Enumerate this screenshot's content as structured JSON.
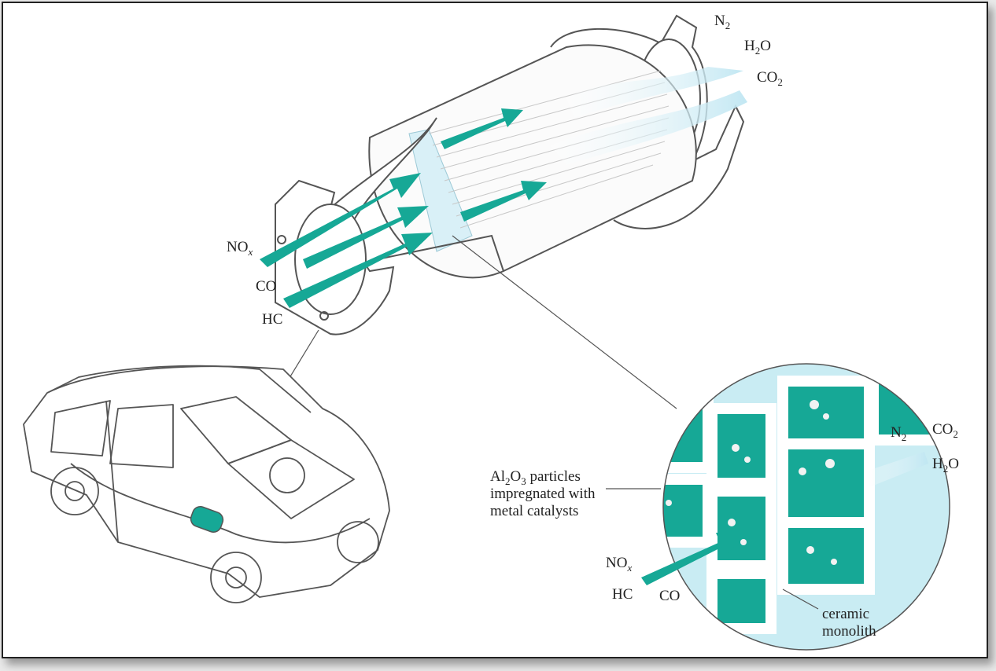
{
  "colors": {
    "catalyst": "#16a896",
    "catalyst_light": "#c9ecf3",
    "line": "#555555",
    "frame_border": "#222222"
  },
  "gases_in": {
    "nox": {
      "main": "NO",
      "sub": "x"
    },
    "co": "CO",
    "hc": "HC"
  },
  "gases_out": {
    "n2": {
      "main": "N",
      "sub": "2"
    },
    "h2o": {
      "main": "H",
      "sub": "2",
      "tail": "O"
    },
    "co2": {
      "main": "CO",
      "sub": "2"
    }
  },
  "detail": {
    "particles_label": {
      "al": "Al",
      "sub1": "2",
      "o": "O",
      "sub2": "3",
      "rest1": " particles",
      "line2": "impregnated with",
      "line3": "metal catalysts"
    },
    "monolith_label": {
      "line1": "ceramic",
      "line2": "monolith"
    },
    "gases_in": {
      "nox": {
        "main": "NO",
        "sub": "x"
      },
      "hc": "HC",
      "co": "CO"
    },
    "gases_out": {
      "n2": {
        "main": "N",
        "sub": "2"
      },
      "co2": {
        "main": "CO",
        "sub": "2"
      },
      "h2o": {
        "main": "H",
        "sub": "2",
        "tail": "O"
      }
    }
  }
}
